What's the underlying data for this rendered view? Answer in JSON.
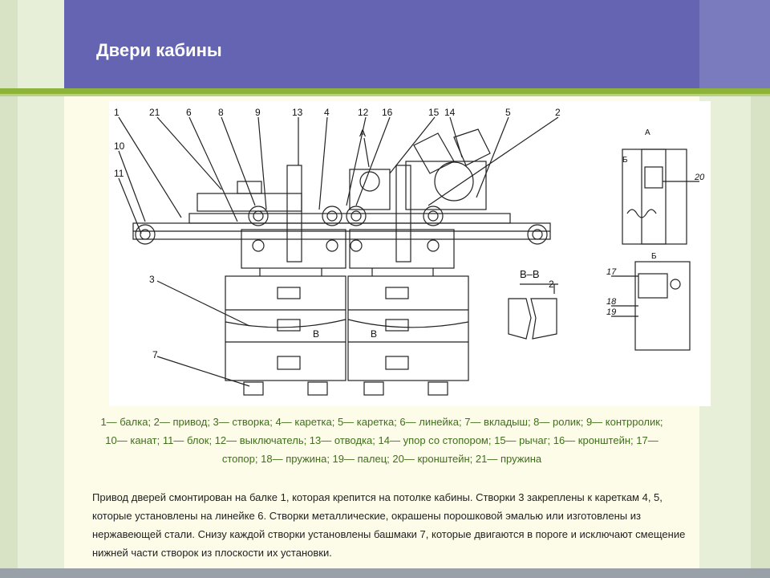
{
  "slide": {
    "title": "Двери кабины",
    "caption": "1— балка; 2— привод; 3— створка; 4— каретка; 5— каретка; 6— линейка; 7— вкладыш; 8— ролик; 9— контрролик; 10— канат; 11— блок; 12— выключатель; 13— отводка; 14— упор со стопором; 15— рычаг; 16— кронштейн; 17— стопор; 18— пружина; 19— палец; 20— кронштейн; 21— пружина",
    "body": "Привод дверей смонтирован на балке 1, которая крепится на потолке кабины. Створки 3 закреплены к кареткам 4, 5, которые установлены на линейке 6. Створки металлические, окрашены порошковой эмалью или изготовлены из нержавеющей стали. Снизу каждой створки установлены башмаки 7, которые двигаются в пороге и исключают смещение нижней части створок из плоскости их установки."
  },
  "drawing": {
    "top_labels": [
      "1",
      "21",
      "6",
      "8",
      "9",
      "13",
      "4",
      "12",
      "16",
      "15",
      "14",
      "5",
      "2"
    ],
    "left_labels": [
      "10",
      "11",
      "3",
      "7"
    ],
    "view_a_label": "А",
    "section_bb_label": "В–В",
    "section_b_marks": [
      "В",
      "В"
    ],
    "dim_2": "2",
    "view_a_small": "А",
    "view_b_small": "Б",
    "arrow_b": "Б",
    "part_20": "20",
    "part_17": "17",
    "part_18": "18",
    "part_19": "19"
  }
}
